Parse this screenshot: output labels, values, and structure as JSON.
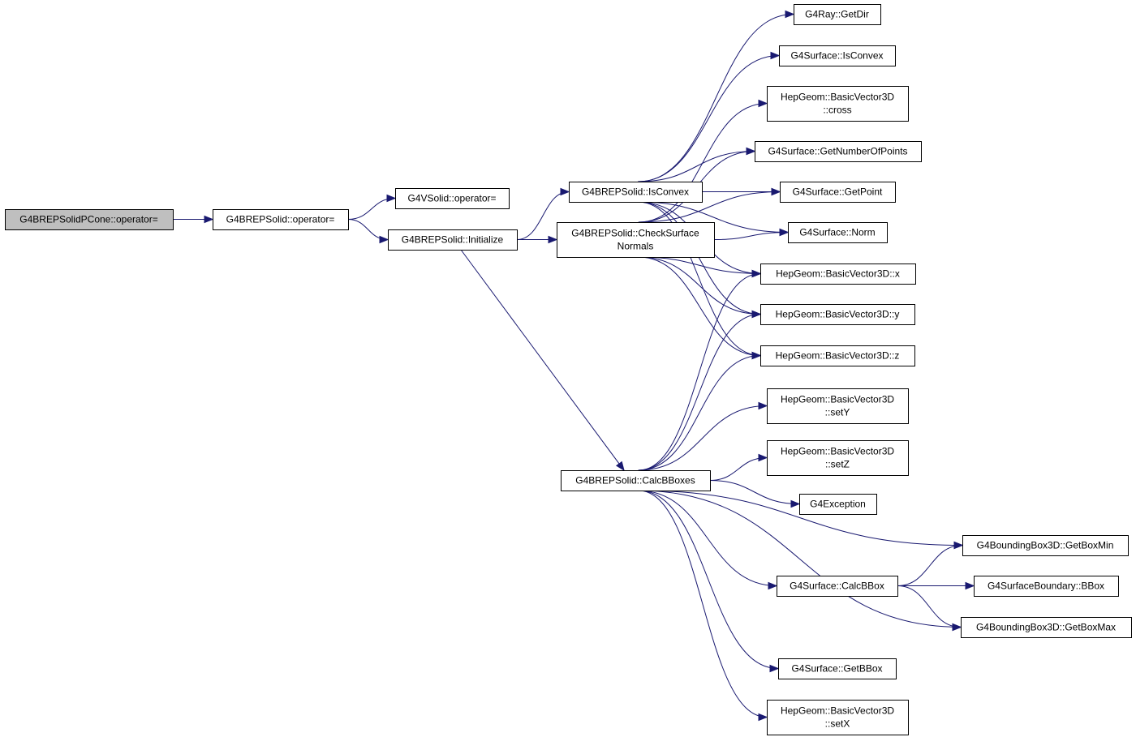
{
  "diagram": {
    "type": "call-graph",
    "colors": {
      "edge": "#191970",
      "root_fill": "#bfbfbf",
      "node_fill": "#ffffff",
      "node_border": "#000000"
    },
    "nodes": [
      {
        "id": "root",
        "lines": [
          "G4BREPSolidPCone::operator="
        ],
        "root": true
      },
      {
        "id": "op",
        "lines": [
          "G4BREPSolid::operator="
        ]
      },
      {
        "id": "vop",
        "lines": [
          "G4VSolid::operator="
        ]
      },
      {
        "id": "init",
        "lines": [
          "G4BREPSolid::Initialize"
        ]
      },
      {
        "id": "isconvex",
        "lines": [
          "G4BREPSolid::IsConvex"
        ]
      },
      {
        "id": "csn",
        "lines": [
          "G4BREPSolid::CheckSurface",
          "Normals"
        ]
      },
      {
        "id": "calc",
        "lines": [
          "G4BREPSolid::CalcBBoxes"
        ]
      },
      {
        "id": "getdir",
        "lines": [
          "G4Ray::GetDir"
        ]
      },
      {
        "id": "isconvexs",
        "lines": [
          "G4Surface::IsConvex"
        ]
      },
      {
        "id": "cross",
        "lines": [
          "HepGeom::BasicVector3D",
          "::cross"
        ]
      },
      {
        "id": "gnp",
        "lines": [
          "G4Surface::GetNumberOfPoints"
        ]
      },
      {
        "id": "gp",
        "lines": [
          "G4Surface::GetPoint"
        ]
      },
      {
        "id": "norm",
        "lines": [
          "G4Surface::Norm"
        ]
      },
      {
        "id": "x",
        "lines": [
          "HepGeom::BasicVector3D::x"
        ]
      },
      {
        "id": "y",
        "lines": [
          "HepGeom::BasicVector3D::y"
        ]
      },
      {
        "id": "z",
        "lines": [
          "HepGeom::BasicVector3D::z"
        ]
      },
      {
        "id": "sety",
        "lines": [
          "HepGeom::BasicVector3D",
          "::setY"
        ]
      },
      {
        "id": "setz",
        "lines": [
          "HepGeom::BasicVector3D",
          "::setZ"
        ]
      },
      {
        "id": "exc",
        "lines": [
          "G4Exception"
        ]
      },
      {
        "id": "bmin",
        "lines": [
          "G4BoundingBox3D::GetBoxMin"
        ]
      },
      {
        "id": "scalc",
        "lines": [
          "G4Surface::CalcBBox"
        ]
      },
      {
        "id": "sbb",
        "lines": [
          "G4SurfaceBoundary::BBox"
        ]
      },
      {
        "id": "bmax",
        "lines": [
          "G4BoundingBox3D::GetBoxMax"
        ]
      },
      {
        "id": "getbbox",
        "lines": [
          "G4Surface::GetBBox"
        ]
      },
      {
        "id": "setx",
        "lines": [
          "HepGeom::BasicVector3D",
          "::setX"
        ]
      }
    ],
    "edges": [
      [
        "root",
        "op"
      ],
      [
        "op",
        "vop"
      ],
      [
        "op",
        "init"
      ],
      [
        "init",
        "isconvex"
      ],
      [
        "init",
        "csn"
      ],
      [
        "init",
        "calc"
      ],
      [
        "isconvex",
        "getdir"
      ],
      [
        "isconvex",
        "isconvexs"
      ],
      [
        "isconvex",
        "gnp"
      ],
      [
        "isconvex",
        "gp"
      ],
      [
        "isconvex",
        "norm"
      ],
      [
        "isconvex",
        "x"
      ],
      [
        "isconvex",
        "y"
      ],
      [
        "isconvex",
        "z"
      ],
      [
        "csn",
        "cross"
      ],
      [
        "csn",
        "gnp"
      ],
      [
        "csn",
        "gp"
      ],
      [
        "csn",
        "norm"
      ],
      [
        "csn",
        "x"
      ],
      [
        "csn",
        "y"
      ],
      [
        "csn",
        "z"
      ],
      [
        "calc",
        "x"
      ],
      [
        "calc",
        "y"
      ],
      [
        "calc",
        "z"
      ],
      [
        "calc",
        "sety"
      ],
      [
        "calc",
        "setz"
      ],
      [
        "calc",
        "exc"
      ],
      [
        "calc",
        "bmin"
      ],
      [
        "calc",
        "scalc"
      ],
      [
        "calc",
        "bmax"
      ],
      [
        "calc",
        "getbbox"
      ],
      [
        "calc",
        "setx"
      ],
      [
        "scalc",
        "bmin"
      ],
      [
        "scalc",
        "sbb"
      ],
      [
        "scalc",
        "bmax"
      ]
    ]
  }
}
